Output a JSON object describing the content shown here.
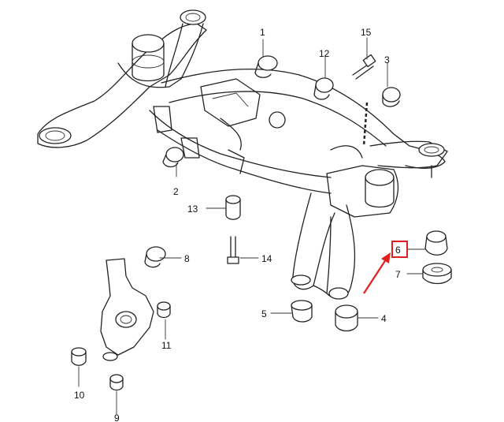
{
  "callouts": [
    {
      "id": "1",
      "text": "1"
    },
    {
      "id": "2",
      "text": "2"
    },
    {
      "id": "3",
      "text": "3"
    },
    {
      "id": "4",
      "text": "4"
    },
    {
      "id": "5",
      "text": "5"
    },
    {
      "id": "6",
      "text": "6"
    },
    {
      "id": "7",
      "text": "7"
    },
    {
      "id": "8",
      "text": "8"
    },
    {
      "id": "9",
      "text": "9"
    },
    {
      "id": "10",
      "text": "10"
    },
    {
      "id": "11",
      "text": "11"
    },
    {
      "id": "12",
      "text": "12"
    },
    {
      "id": "13",
      "text": "13"
    },
    {
      "id": "14",
      "text": "14"
    },
    {
      "id": "15",
      "text": "15"
    }
  ],
  "highlight": {
    "callout": "6",
    "color": "#e02020"
  },
  "arrow_color": "#e02020"
}
